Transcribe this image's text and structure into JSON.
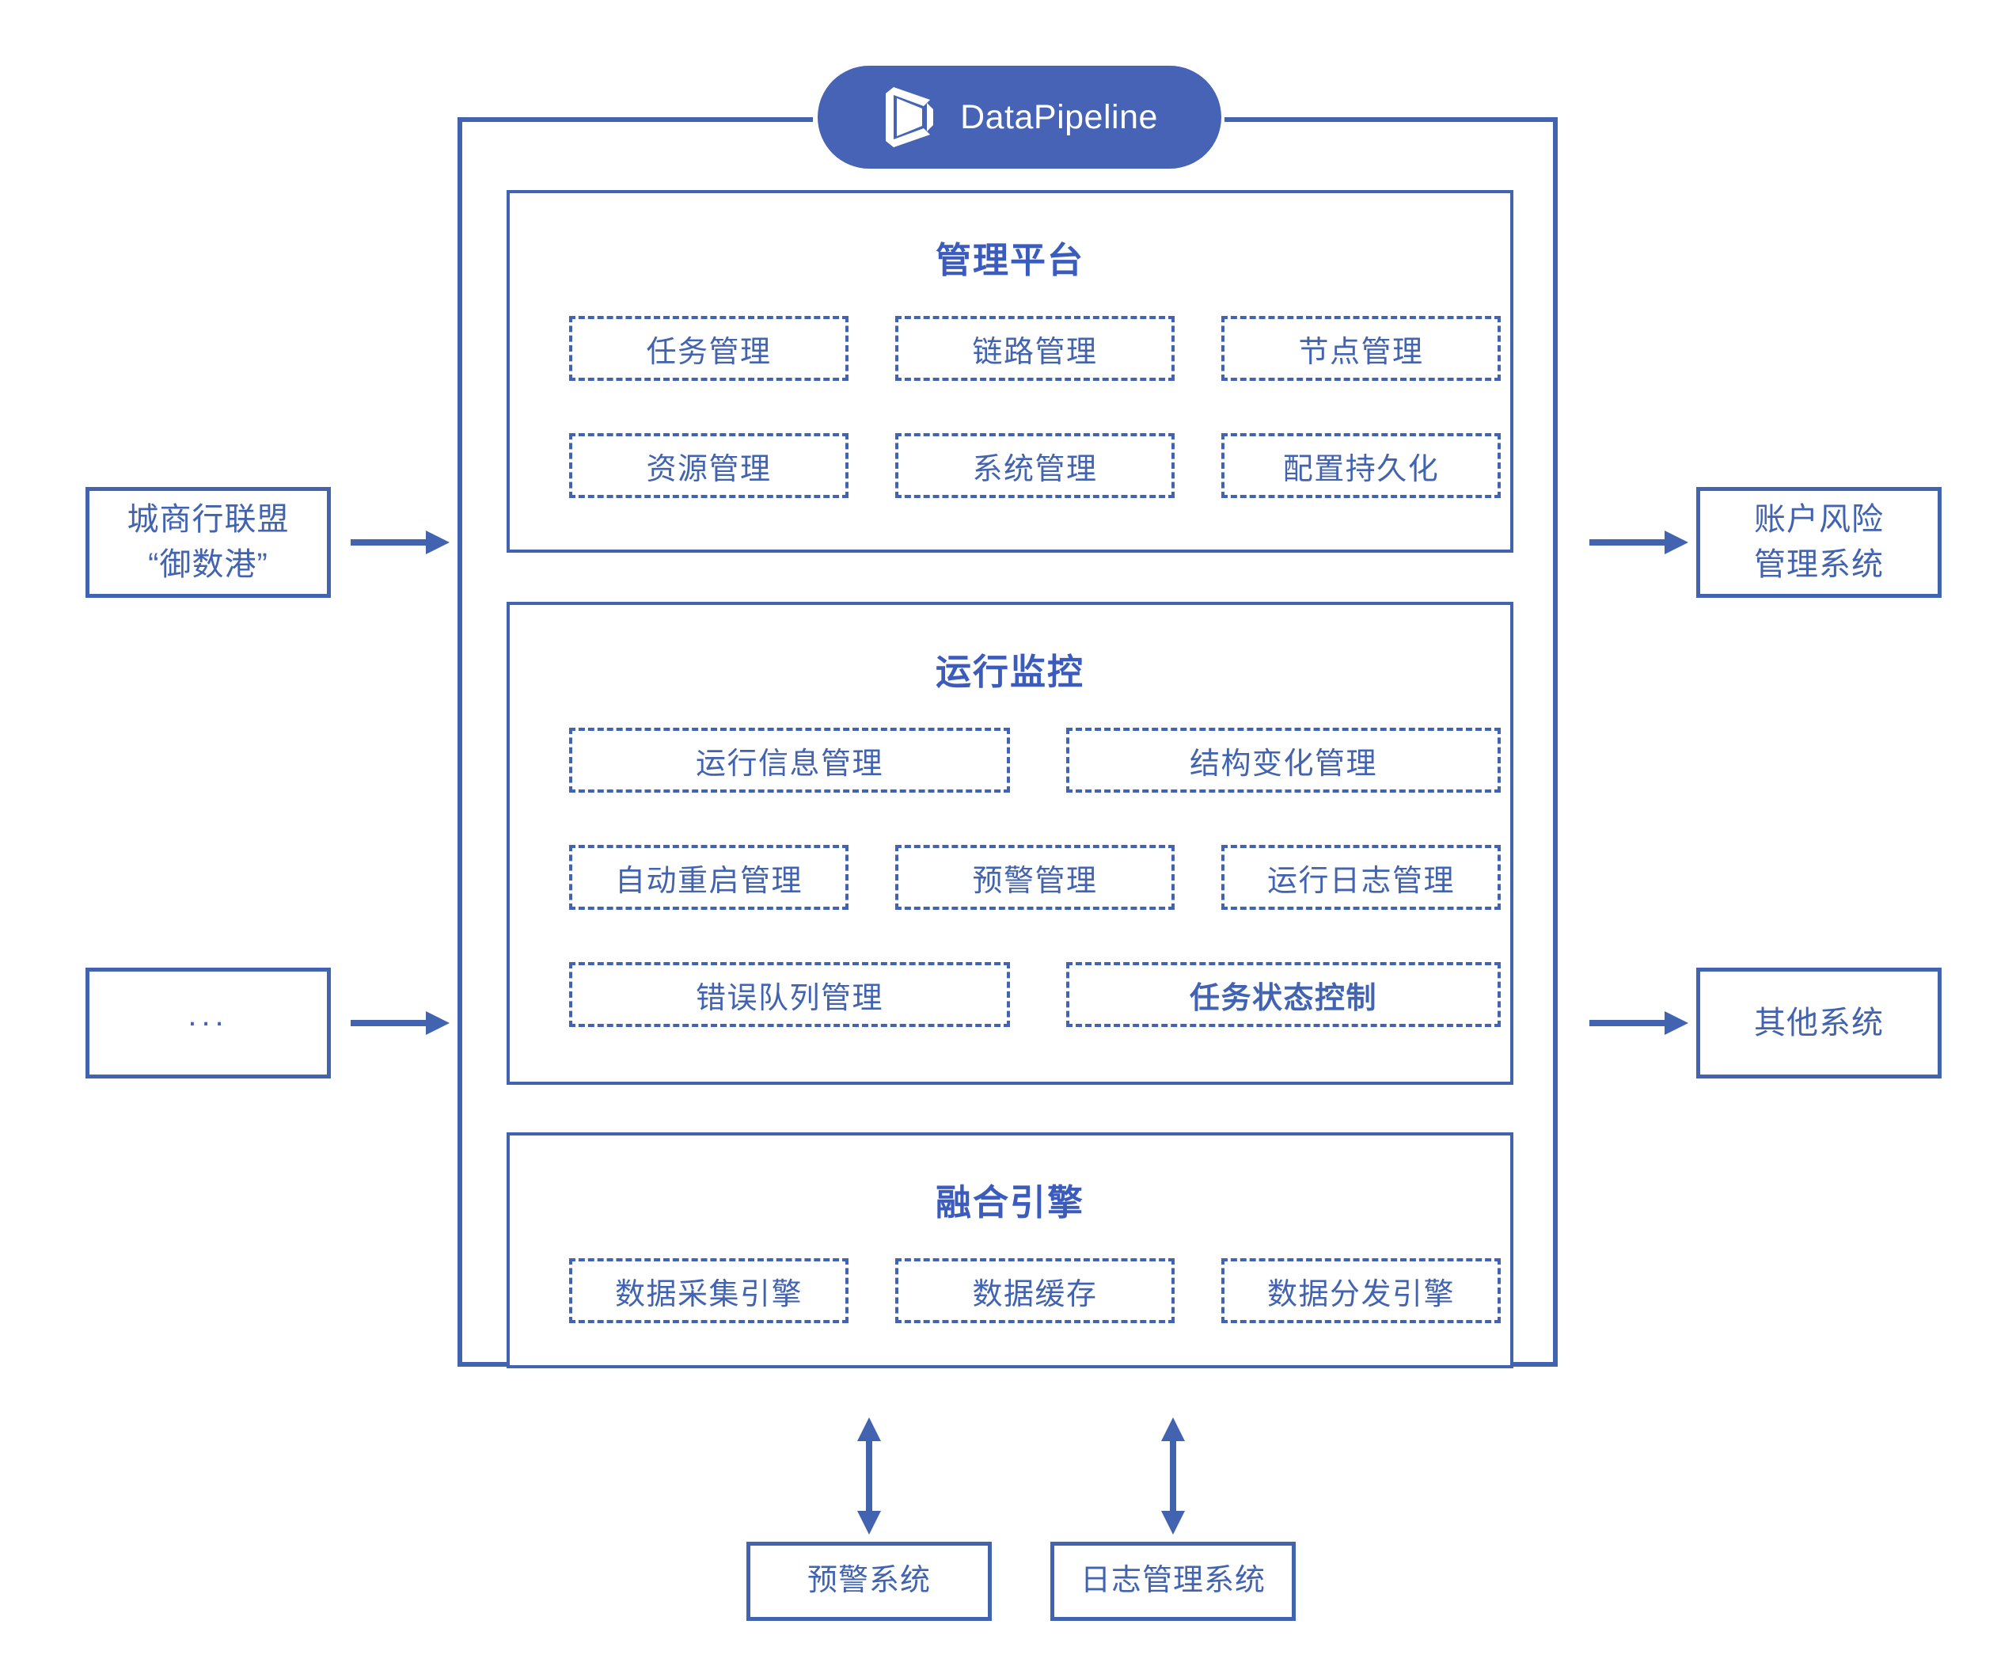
{
  "brand": {
    "name": "DataPipeline",
    "logo_icon": "datapipeline-cube-icon",
    "badge_color": "#4663b5"
  },
  "colors": {
    "line": "#4263b0",
    "text": "#4263b0",
    "title": "#3b5bbd",
    "badge": "#4663b5",
    "background": "#ffffff"
  },
  "left_sources": [
    {
      "id": "city-bank-alliance",
      "line1": "城商行联盟",
      "line2": "“御数港”"
    },
    {
      "id": "more-sources",
      "line1": "...",
      "line2": ""
    }
  ],
  "right_targets": [
    {
      "id": "account-risk-system",
      "line1": "账户风险",
      "line2": "管理系统"
    },
    {
      "id": "other-systems",
      "line1": "其他系统",
      "line2": ""
    }
  ],
  "bottom_systems": [
    {
      "id": "alert-system",
      "label": "预警系统"
    },
    {
      "id": "log-management-system",
      "label": "日志管理系统"
    }
  ],
  "panels": [
    {
      "id": "management-platform",
      "title": "管理平台",
      "rows": [
        [
          {
            "label": "任务管理",
            "bold": false
          },
          {
            "label": "链路管理",
            "bold": false
          },
          {
            "label": "节点管理",
            "bold": false
          }
        ],
        [
          {
            "label": "资源管理",
            "bold": false
          },
          {
            "label": "系统管理",
            "bold": false
          },
          {
            "label": "配置持久化",
            "bold": false
          }
        ]
      ]
    },
    {
      "id": "runtime-monitoring",
      "title": "运行监控",
      "rows": [
        [
          {
            "label": "运行信息管理",
            "bold": false
          },
          {
            "label": "结构变化管理",
            "bold": false
          }
        ],
        [
          {
            "label": "自动重启管理",
            "bold": false
          },
          {
            "label": "预警管理",
            "bold": false
          },
          {
            "label": "运行日志管理",
            "bold": false
          }
        ],
        [
          {
            "label": "错误队列管理",
            "bold": false
          },
          {
            "label": "任务状态控制",
            "bold": true
          }
        ]
      ]
    },
    {
      "id": "fusion-engine",
      "title": "融合引擎",
      "rows": [
        [
          {
            "label": "数据采集引擎",
            "bold": false
          },
          {
            "label": "数据缓存",
            "bold": false
          },
          {
            "label": "数据分发引擎",
            "bold": false
          }
        ]
      ]
    }
  ],
  "arrows": [
    {
      "id": "arrow-in-top",
      "direction": "right"
    },
    {
      "id": "arrow-in-bottom",
      "direction": "right"
    },
    {
      "id": "arrow-out-top",
      "direction": "right"
    },
    {
      "id": "arrow-out-bottom",
      "direction": "right"
    },
    {
      "id": "arrow-alert-bidirectional",
      "direction": "vertical-both"
    },
    {
      "id": "arrow-log-bidirectional",
      "direction": "vertical-both"
    }
  ]
}
